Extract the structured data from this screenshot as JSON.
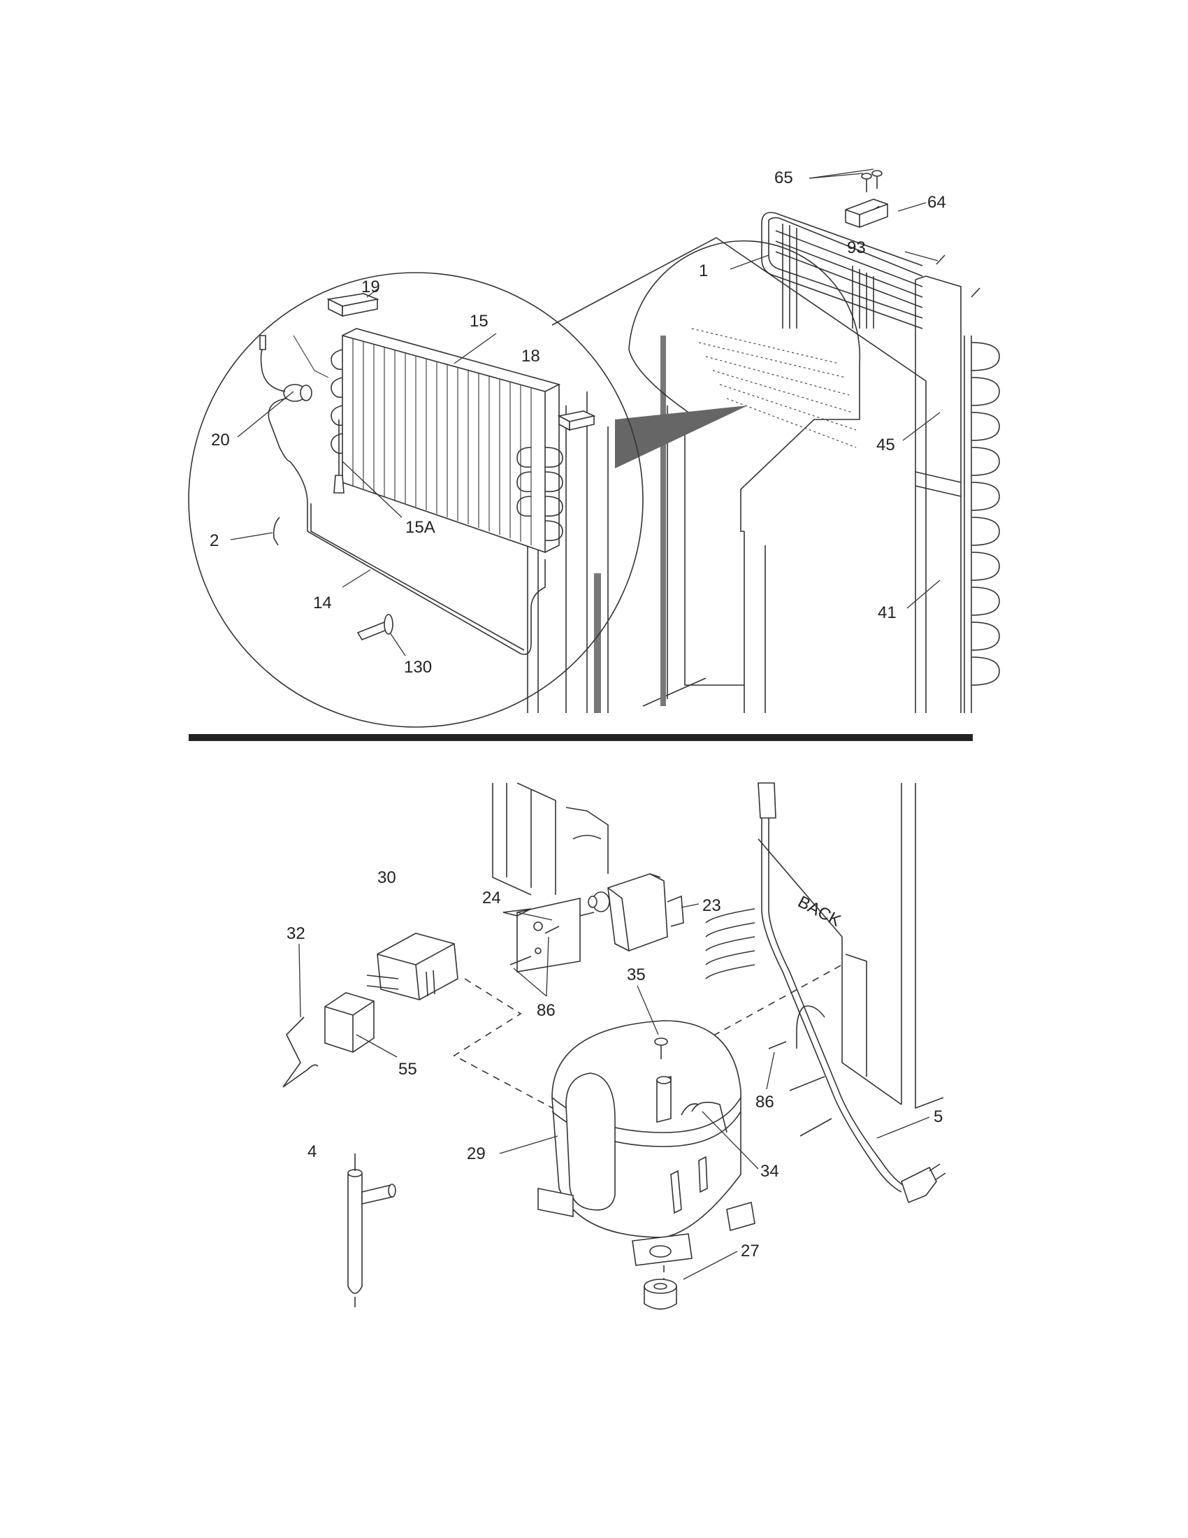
{
  "callouts": {
    "c65": "65",
    "c64": "64",
    "c93": "93",
    "c1": "1",
    "c19": "19",
    "c15": "15",
    "c18": "18",
    "c20": "20",
    "c15A": "15A",
    "c2": "2",
    "c14": "14",
    "c130": "130",
    "c45": "45",
    "c41": "41",
    "c30": "30",
    "c24": "24",
    "c23": "23",
    "c32": "32",
    "c86a": "86",
    "c35": "35",
    "c55": "55",
    "c86b": "86",
    "c5": "5",
    "c4": "4",
    "c29": "29",
    "c34": "34",
    "c27": "27"
  },
  "labels": {
    "back": "BACK"
  }
}
